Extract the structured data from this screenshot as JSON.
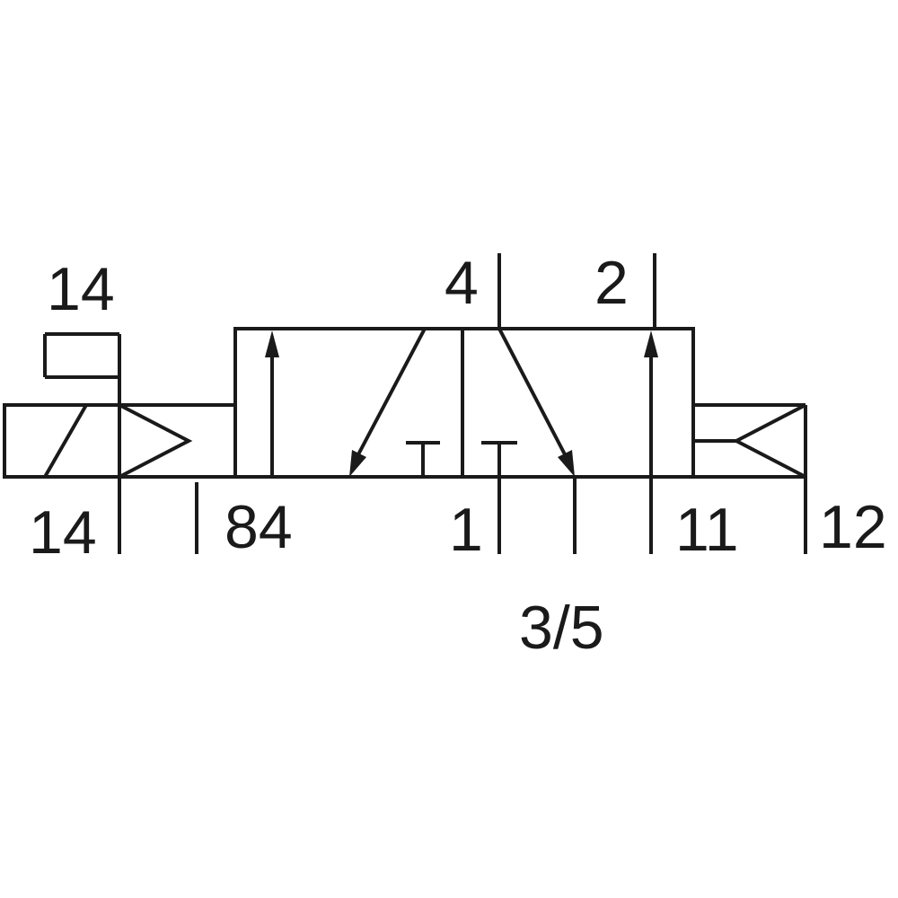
{
  "colors": {
    "line": "#1a1a1a",
    "background": "#ffffff"
  },
  "labels": {
    "manual_override_top": "14",
    "solenoid_bottom": "14",
    "pilot_84": "84",
    "port_4": "4",
    "port_2": "2",
    "port_1": "1",
    "pilot_11": "11",
    "pilot_12": "12",
    "exhaust_3_5": "3/5"
  }
}
